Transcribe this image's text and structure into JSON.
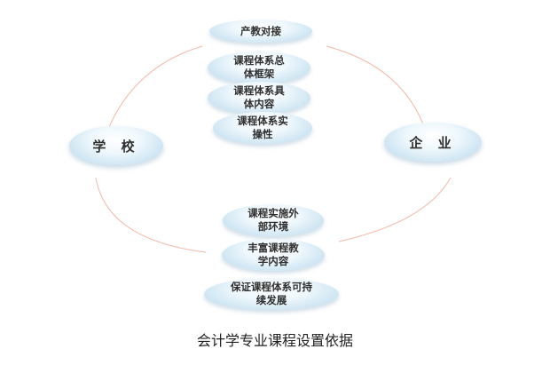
{
  "colors": {
    "connector": "#f4b8a8",
    "node_text": "#2f2f2f",
    "caption_text": "#222222"
  },
  "nodes": {
    "school": "学 校",
    "enterprise": "企 业"
  },
  "upper_items": [
    "产教对接",
    "课程体系总\n体框架",
    "课程体系具\n体内容",
    "课程体系实\n操性"
  ],
  "lower_items": [
    "课程实施外\n部环境",
    "丰富课程教\n学内容",
    "保证课程体系可持\n续发展"
  ],
  "caption": "会计学专业课程设置依据"
}
